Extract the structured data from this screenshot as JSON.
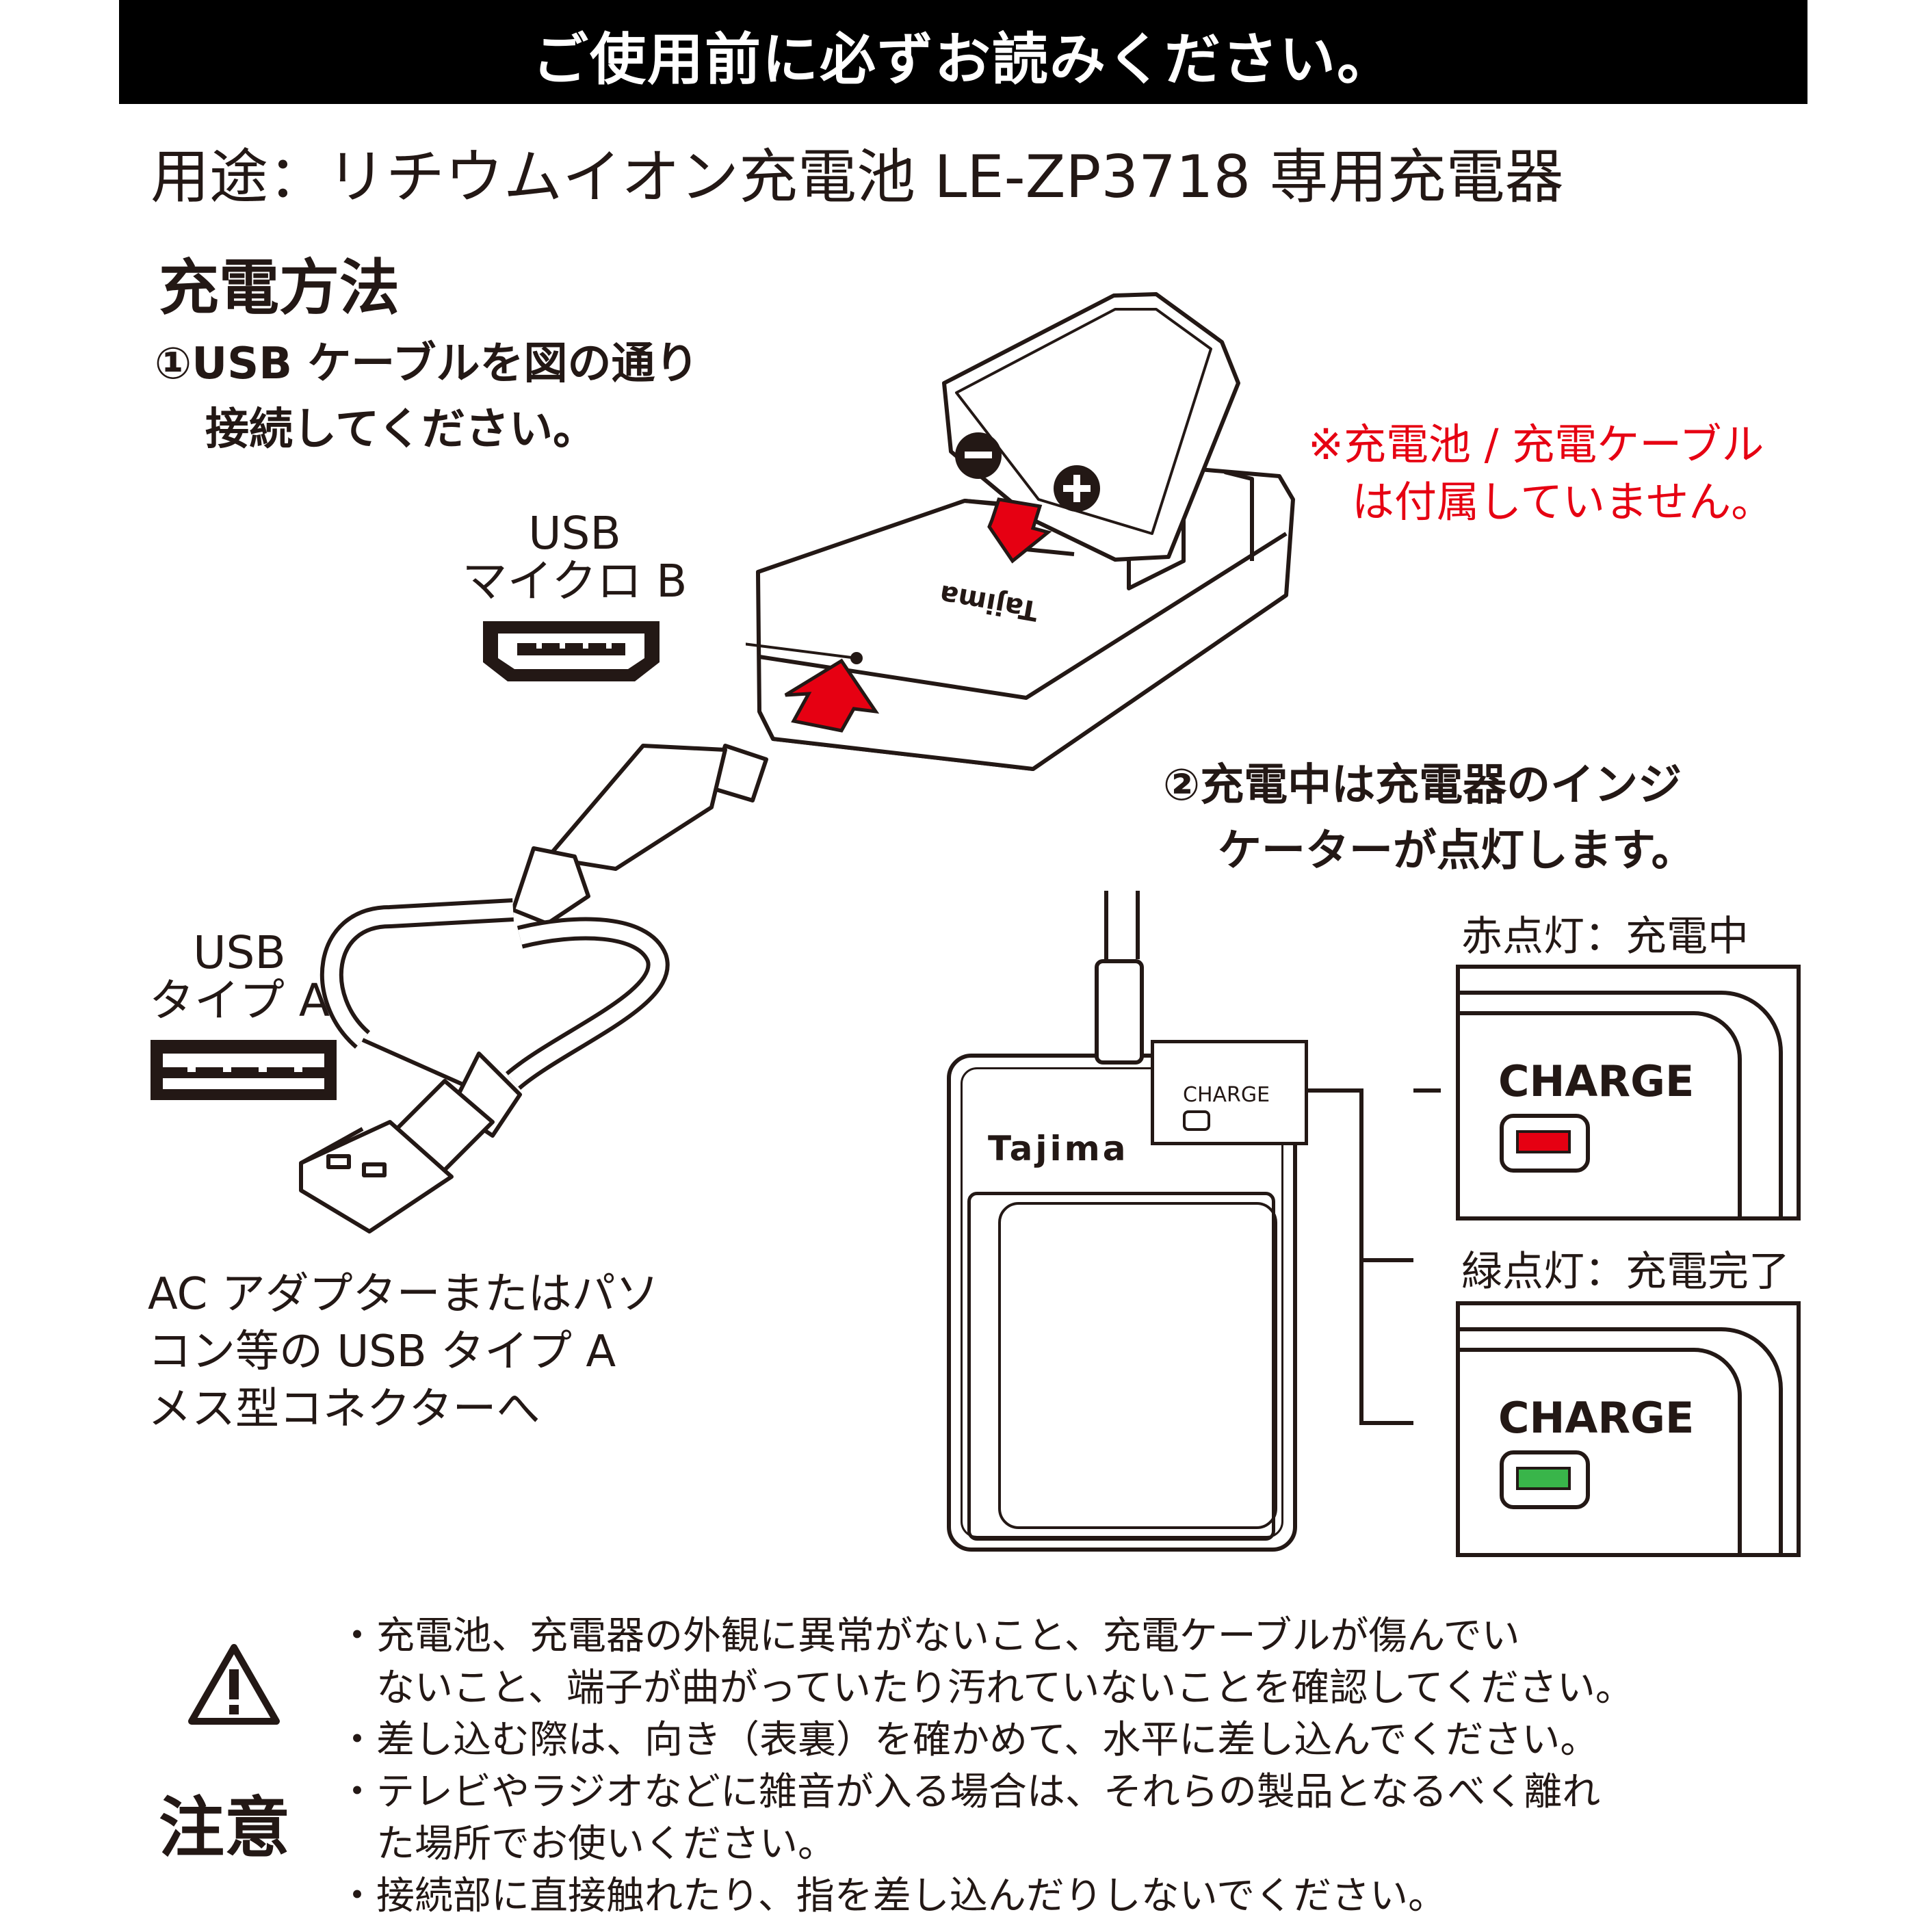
{
  "header": {
    "banner": "ご使用前に必ずお読みください。"
  },
  "usage": "用途：リチウムイオン充電池 LE-ZP3718 専用充電器",
  "section_title": "充電方法",
  "step1": {
    "line1": "①USB ケーブルを図の通り",
    "line2": "接続してください。"
  },
  "battery_note": {
    "line1": "※充電池 / 充電ケーブル",
    "line2": "は付属していません。"
  },
  "usb_micro": {
    "line1": "USB",
    "line2": "マイクロ B"
  },
  "usb_typea": {
    "line1": "USB",
    "line2": "タイプ A"
  },
  "step2": {
    "line1": "②充電中は充電器のインジ",
    "line2": "ケーターが点灯します。"
  },
  "status": {
    "red": {
      "label": "赤点灯：充電中",
      "indicator": "CHARGE",
      "color": "#e60012"
    },
    "green": {
      "label": "緑点灯：充電完了",
      "indicator": "CHARGE",
      "color": "#39b54a"
    }
  },
  "charger": {
    "brand": "Tajima",
    "indicator": "CHARGE"
  },
  "connection_note": {
    "line1": "AC アダプターまたはパソ",
    "line2": "コン等の USB タイプ A",
    "line3": "メス型コネクターへ"
  },
  "caution": {
    "title": "注意",
    "items": [
      "・充電池、充電器の外観に異常がないこと、充電ケーブルが傷んでい",
      "　ないこと、端子が曲がっていたり汚れていないことを確認してください。",
      "・差し込む際は、向き（表裏）を確かめて、水平に差し込んでください。",
      "・テレビやラジオなどに雑音が入る場合は、それらの製品となるべく離れ",
      "　た場所でお使いください。",
      "・接続部に直接触れたり、指を差し込んだりしないでください。"
    ]
  }
}
